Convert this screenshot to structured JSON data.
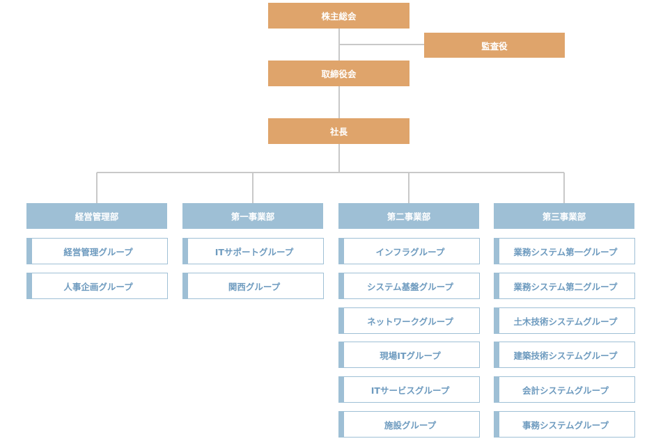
{
  "top": {
    "shareholders": "株主総会",
    "auditor": "監査役",
    "board": "取締役会",
    "president": "社長"
  },
  "divisions": [
    {
      "name": "経営管理部",
      "groups": [
        "経営管理グループ",
        "人事企画グループ"
      ]
    },
    {
      "name": "第一事業部",
      "groups": [
        "ITサポートグループ",
        "関西グループ"
      ]
    },
    {
      "name": "第二事業部",
      "groups": [
        "インフラグループ",
        "システム基盤グループ",
        "ネットワークグループ",
        "現場ITグループ",
        "ITサービスグループ",
        "施設グループ"
      ]
    },
    {
      "name": "第三事業部",
      "groups": [
        "業務システム第一グループ",
        "業務システム第二グループ",
        "土木技術システムグループ",
        "建築技術システムグループ",
        "会計システムグループ",
        "事務システムグループ"
      ]
    }
  ],
  "colors": {
    "executive": "#dfa46b",
    "division": "#9ebfd5",
    "group_text": "#6e9bbf",
    "connector": "#c8c8c8"
  }
}
